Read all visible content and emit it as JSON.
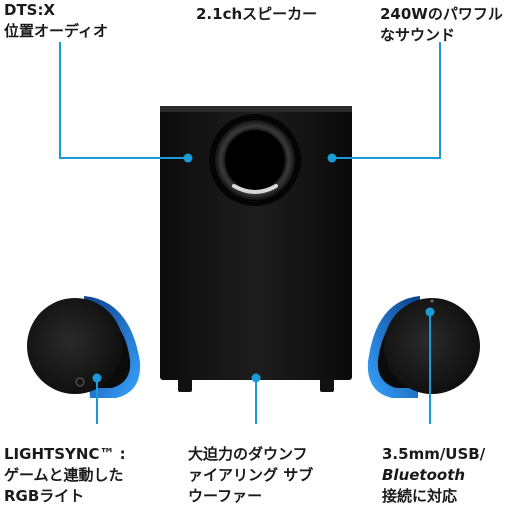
{
  "callouts": {
    "dts": {
      "line1": "DTS:X",
      "line2": "位置オーディオ"
    },
    "speaker": {
      "line1": "2.1chスピーカー"
    },
    "power": {
      "line1": "240Wのパワフル",
      "line2": "なサウンド"
    },
    "lightsync": {
      "line1": "LIGHTSYNC™ :",
      "line2": "ゲームと連動した",
      "line3": "RGBライト"
    },
    "subwoofer": {
      "line1": "大迫力のダウンフ",
      "line2": "ァイアリング サブ",
      "line3": "ウーファー"
    },
    "connectivity": {
      "line1": "3.5mm/USB/",
      "line2": "Bluetooth",
      "line3": "接続に対応"
    }
  },
  "colors": {
    "callout_line": "#1a9ad6",
    "speaker_body": "#141414",
    "rgb_glow": "#1e7fd8",
    "text": "#1a1a1a"
  }
}
